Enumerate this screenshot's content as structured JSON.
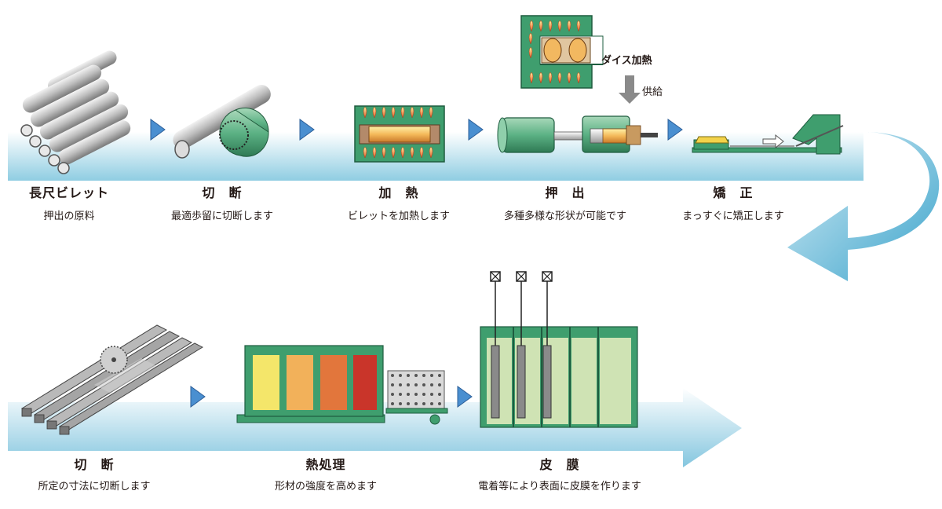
{
  "row1": [
    {
      "title": "長尺ビレット",
      "desc": "押出の原料"
    },
    {
      "title": "切　断",
      "desc": "最適歩留に切断します"
    },
    {
      "title": "加　熱",
      "desc": "ビレットを加熱します"
    },
    {
      "title": "押　出",
      "desc": "多種多様な形状が可能です"
    },
    {
      "title": "矯　正",
      "desc": "まっすぐに矯正します"
    }
  ],
  "row2": [
    {
      "title": "切　断",
      "desc": "所定の寸法に切断します"
    },
    {
      "title": "熱処理",
      "desc": "形材の強度を高めます"
    },
    {
      "title": "皮　膜",
      "desc": "電着等により表面に皮膜を作ります"
    }
  ],
  "labels": {
    "die_heating": "ダイス加熱",
    "supply": "供給"
  },
  "colors": {
    "flow_band": "#7cc3dc",
    "machine_green": "#3f9e6e",
    "step_arrow": "#3f86c8"
  }
}
